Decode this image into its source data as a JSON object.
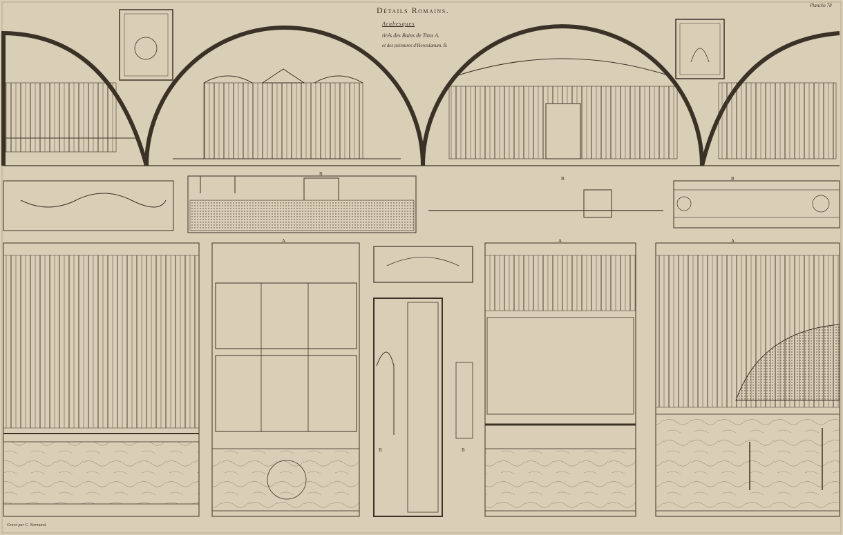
{
  "plate": {
    "title": "Détails Romains.",
    "subtitle_1": "Arabesques",
    "subtitle_2": "tirés des Bains de Titus A.",
    "subtitle_3": "et des peintures d'Herculanum. B.",
    "plate_number": "Planche 78",
    "engraver_credit": "Gravé par C. Normand."
  },
  "labels": {
    "A": "A",
    "B": "B"
  },
  "colors": {
    "paper": "#d9ceb6",
    "ink": "#3a3226",
    "ink_light": "#6b5e4a"
  }
}
